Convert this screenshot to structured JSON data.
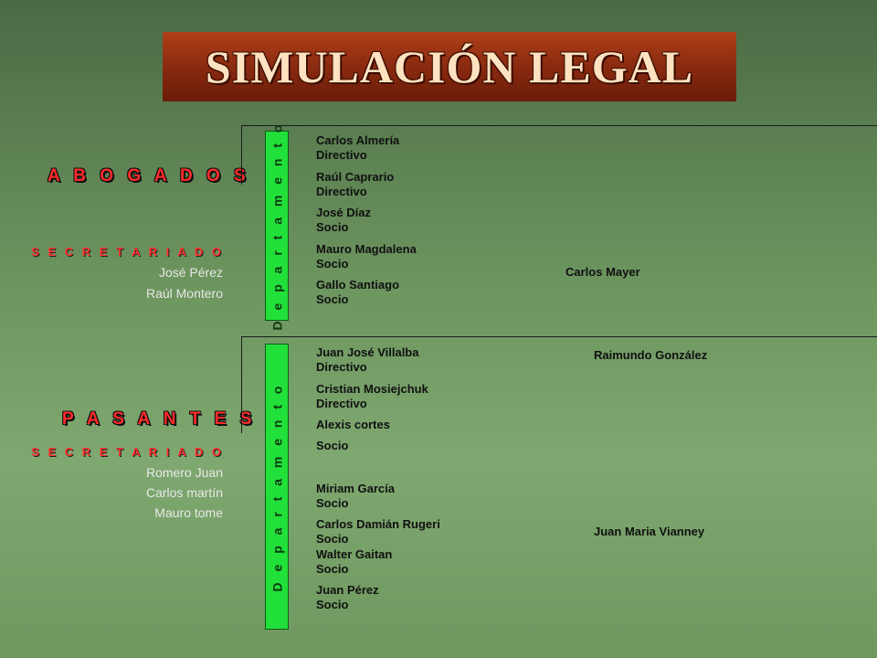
{
  "title": "SIMULACIÓN  LEGAL",
  "abogados": {
    "heading": "A B O G A D O S",
    "secretariado_label": "S E C R E T A R I A D O",
    "secretariado": [
      "José Pérez",
      "Raúl Montero"
    ],
    "department_label": "D e p a r t a m e n t o",
    "members": [
      {
        "name": "Carlos Almería",
        "role": "Directivo"
      },
      {
        "name": "Raúl Caprario",
        "role": "Directivo"
      },
      {
        "name": "José Díaz",
        "role": "Socio"
      },
      {
        "name": "Mauro Magdalena",
        "role": "Socio"
      },
      {
        "name": "Gallo Santiago",
        "role": "Socio"
      }
    ],
    "outside": "Carlos Mayer"
  },
  "pasantes": {
    "heading": "P A S A N T E S",
    "secretariado_label": "S E C R E T A R I A D O",
    "secretariado": [
      "Romero Juan",
      "Carlos martín",
      "Mauro tome"
    ],
    "department_label": "D e p a r t a m e n t o",
    "members": [
      {
        "name": "Juan José Villalba",
        "role": "Directivo"
      },
      {
        "name": "Cristian Mosiejchuk",
        "role": "Directivo"
      },
      {
        "name": "Alexis cortes",
        "role": ""
      },
      {
        "name": "Socio",
        "role": ""
      },
      {
        "name": "Miriam García",
        "role": "Socio"
      },
      {
        "name": "Carlos Damián Rugeri",
        "role": "Socio"
      },
      {
        "name": "Walter Gaitan",
        "role": "Socio"
      },
      {
        "name": "Juan Pérez",
        "role": "Socio"
      }
    ],
    "outside_top": "Raimundo González",
    "outside_bottom": "Juan Maria Vianney"
  }
}
